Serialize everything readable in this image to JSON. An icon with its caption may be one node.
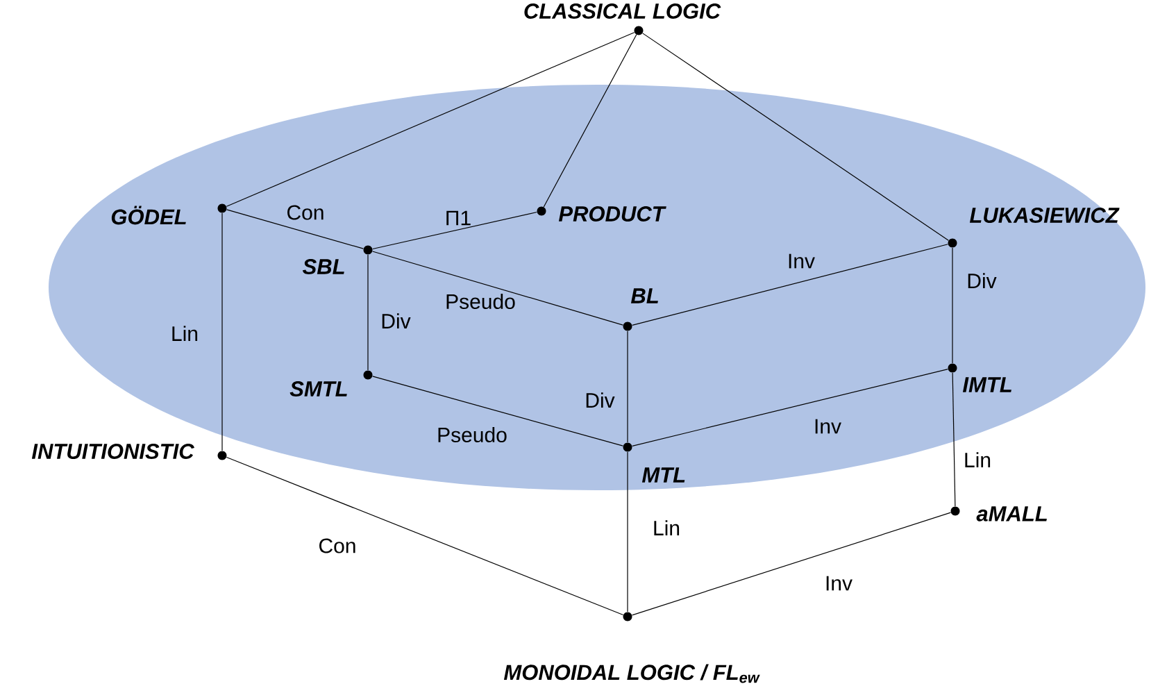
{
  "diagram": {
    "nodes": [
      {
        "text": [
          "CLASSICAL LOGIC"
        ]
      },
      {
        "text": [
          "GÖDEL"
        ]
      },
      {
        "text": [
          "PRODUCT"
        ]
      },
      {
        "text": [
          "LUKASIEWICZ"
        ]
      },
      {
        "text": [
          "SBL"
        ]
      },
      {
        "text": [
          "BL"
        ]
      },
      {
        "text": [
          "SMTL"
        ]
      },
      {
        "text": [
          "IMTL"
        ]
      },
      {
        "text": [
          "INTUITIONISTIC"
        ]
      },
      {
        "text": [
          "MTL"
        ]
      },
      {
        "text": [
          "aMALL"
        ]
      },
      {
        "text": [
          "MONOIDAL LOGIC / FL$_{ew}$"
        ]
      }
    ],
    "edges": [
      {
        "from": 0,
        "to": 1,
        "arrow": "none"
      },
      {
        "from": 0,
        "to": 2,
        "arrow": "none"
      },
      {
        "from": 0,
        "to": 3,
        "arrow": "none"
      },
      {
        "from": 1,
        "to": 4,
        "arrow": "none",
        "label": "Con"
      },
      {
        "from": 4,
        "to": 2,
        "arrow": "none",
        "label": "Π1"
      },
      {
        "from": 4,
        "to": 5,
        "arrow": "none",
        "label": "Pseudo"
      },
      {
        "from": 5,
        "to": 3,
        "arrow": "none",
        "label": "Inv"
      },
      {
        "from": 1,
        "to": 8,
        "arrow": "none",
        "label": "Lin"
      },
      {
        "from": 4,
        "to": 6,
        "arrow": "none",
        "label": "Div"
      },
      {
        "from": 5,
        "to": 9,
        "arrow": "none",
        "label": "Div"
      },
      {
        "from": 3,
        "to": 7,
        "arrow": "none",
        "label": "Div"
      },
      {
        "from": 6,
        "to": 9,
        "arrow": "none",
        "label": "Pseudo"
      },
      {
        "from": 9,
        "to": 7,
        "arrow": "none",
        "label": "Inv"
      },
      {
        "from": 7,
        "to": 10,
        "arrow": "none",
        "label": "Lin"
      },
      {
        "from": 8,
        "to": 11,
        "arrow": "none",
        "label": "Con"
      },
      {
        "from": 9,
        "to": 11,
        "arrow": "none",
        "label": "Lin"
      },
      {
        "from": 11,
        "to": 10,
        "arrow": "none",
        "label": "Inv"
      }
    ]
  }
}
